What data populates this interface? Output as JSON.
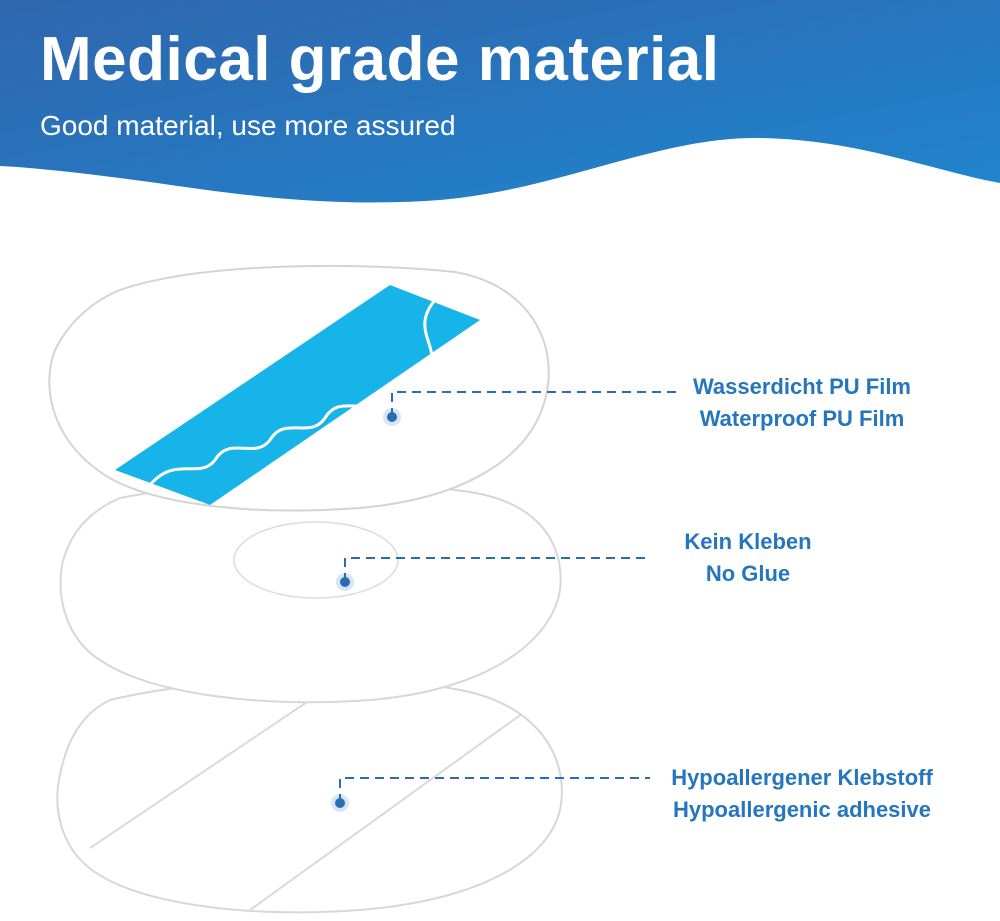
{
  "header": {
    "title": "Medical grade material",
    "subtitle": "Good material, use more assured"
  },
  "colors": {
    "header_blue": "#2f6fb8",
    "header_blue_light": "#1f87d1",
    "label_blue": "#2576bd",
    "film_stripe": "#17b4ea",
    "layer_outline": "#d6d6d6"
  },
  "layers": [
    {
      "name_de": "Wasserdicht PU Film",
      "name_en": "Waterproof PU Film"
    },
    {
      "name_de": "Kein Kleben",
      "name_en": "No Glue"
    },
    {
      "name_de": "Hypoallergener Klebstoff",
      "name_en": "Hypoallergenic adhesive"
    }
  ]
}
